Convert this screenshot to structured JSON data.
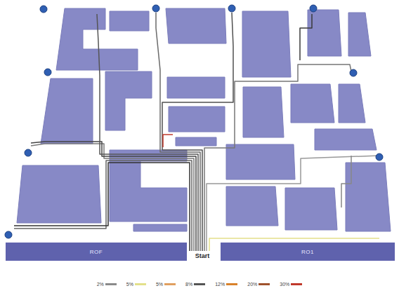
{
  "diagram": {
    "nodes": [
      {
        "text": [
          "ROF"
        ]
      },
      {
        "text": [
          "RO1"
        ]
      }
    ],
    "labels": [
      "Start"
    ],
    "legend": [
      {
        "text": "2%",
        "color": "#8a8a8a"
      },
      {
        "text": "5%",
        "color": "#e3e08a"
      },
      {
        "text": "5%",
        "color": "#e0a060"
      },
      {
        "text": "8%",
        "color": "#555555"
      },
      {
        "text": "12%",
        "color": "#d9822b"
      },
      {
        "text": "20%",
        "color": "#a0522d"
      },
      {
        "text": "30%",
        "color": "#c0392b"
      }
    ]
  }
}
